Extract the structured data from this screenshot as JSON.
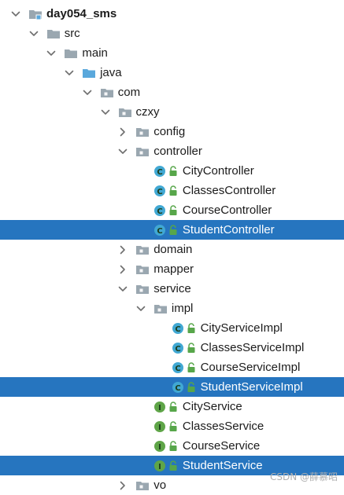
{
  "tree": [
    {
      "label": "day054_sms",
      "depth": 0,
      "expanded": true,
      "kind": "module",
      "bold": true
    },
    {
      "label": "src",
      "depth": 1,
      "expanded": true,
      "kind": "folder"
    },
    {
      "label": "main",
      "depth": 2,
      "expanded": true,
      "kind": "folder"
    },
    {
      "label": "java",
      "depth": 3,
      "expanded": true,
      "kind": "source-folder"
    },
    {
      "label": "com",
      "depth": 4,
      "expanded": true,
      "kind": "package"
    },
    {
      "label": "czxy",
      "depth": 5,
      "expanded": true,
      "kind": "package"
    },
    {
      "label": "config",
      "depth": 6,
      "expanded": false,
      "kind": "package"
    },
    {
      "label": "controller",
      "depth": 6,
      "expanded": true,
      "kind": "package"
    },
    {
      "label": "CityController",
      "depth": 7,
      "kind": "class"
    },
    {
      "label": "ClassesController",
      "depth": 7,
      "kind": "class"
    },
    {
      "label": "CourseController",
      "depth": 7,
      "kind": "class"
    },
    {
      "label": "StudentController",
      "depth": 7,
      "kind": "class",
      "selected": true
    },
    {
      "label": "domain",
      "depth": 6,
      "expanded": false,
      "kind": "package"
    },
    {
      "label": "mapper",
      "depth": 6,
      "expanded": false,
      "kind": "package"
    },
    {
      "label": "service",
      "depth": 6,
      "expanded": true,
      "kind": "package"
    },
    {
      "label": "impl",
      "depth": 7,
      "expanded": true,
      "kind": "package"
    },
    {
      "label": "CityServiceImpl",
      "depth": 8,
      "kind": "class"
    },
    {
      "label": "ClassesServiceImpl",
      "depth": 8,
      "kind": "class"
    },
    {
      "label": "CourseServiceImpl",
      "depth": 8,
      "kind": "class"
    },
    {
      "label": "StudentServiceImpl",
      "depth": 8,
      "kind": "class",
      "selected": true
    },
    {
      "label": "CityService",
      "depth": 7,
      "kind": "interface"
    },
    {
      "label": "ClassesService",
      "depth": 7,
      "kind": "interface"
    },
    {
      "label": "CourseService",
      "depth": 7,
      "kind": "interface"
    },
    {
      "label": "StudentService",
      "depth": 7,
      "kind": "interface",
      "selected": true
    },
    {
      "label": "vo",
      "depth": 6,
      "expanded": false,
      "kind": "package"
    }
  ],
  "watermark": "CSDN @薛慕昭",
  "colors": {
    "selection": "#2675bf",
    "folder": "#9aa7b0",
    "source_folder": "#5aa8dc",
    "class_icon": "#41a8d3",
    "interface_icon": "#5fa548",
    "lock": "#57a64a"
  }
}
